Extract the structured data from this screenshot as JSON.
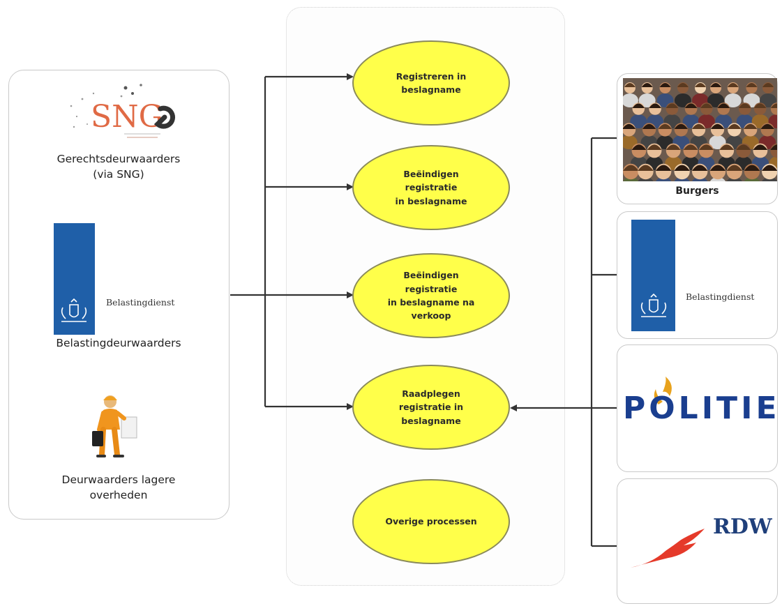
{
  "left_actors": {
    "sng": {
      "logo_text": "SNG",
      "label_line1": "Gerechtsdeurwaarders",
      "label_line2": "(via SNG)"
    },
    "belastingdienst": {
      "logo_text": "Belastingdienst",
      "label": "Belastingdeurwaarders"
    },
    "lagere": {
      "label_line1": "Deurwaarders lagere",
      "label_line2": "overheden"
    }
  },
  "processes": [
    {
      "line1": "Registreren in",
      "line2": "beslagname",
      "line3": ""
    },
    {
      "line1": "Beëindigen registratie",
      "line2": "in beslagname",
      "line3": ""
    },
    {
      "line1": "Beëindigen registratie",
      "line2": "in beslagname na",
      "line3": "verkoop"
    },
    {
      "line1": "Raadplegen",
      "line2": "registratie in",
      "line3": "beslagname"
    },
    {
      "line1": "Overige processen",
      "line2": "",
      "line3": ""
    }
  ],
  "right_actors": {
    "burgers": {
      "label": "Burgers"
    },
    "belastingdienst": {
      "logo_text": "Belastingdienst"
    },
    "politie": {
      "logo_text": "POLITIE"
    },
    "rdw": {
      "logo_text": "RDW"
    }
  },
  "colors": {
    "process_fill": "#ffff4a",
    "connector": "#333333",
    "rijksoverheid_blue": "#1f5fa8",
    "politie_blue": "#1a3e8f",
    "politie_gold": "#e8a21c",
    "rdw_red": "#e53a2a",
    "sng_red": "#e06a45"
  }
}
